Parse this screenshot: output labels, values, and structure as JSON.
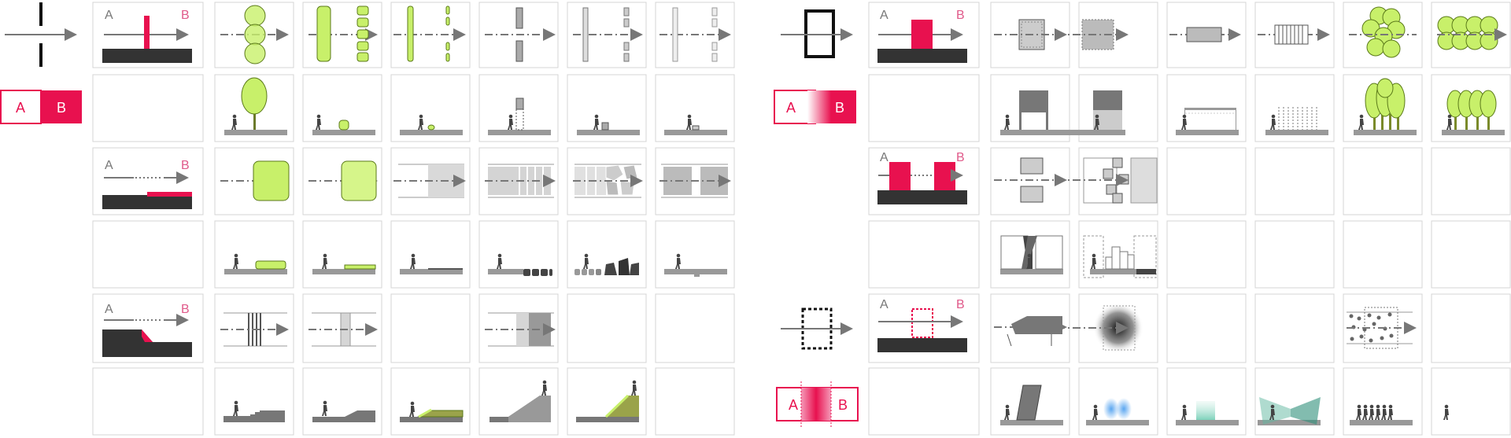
{
  "labels": {
    "a": "A",
    "b": "B"
  },
  "colors": {
    "magenta": "#e8114f",
    "magenta_light": "#e05a8a",
    "dark": "#333333",
    "ground": "#999999",
    "lime": "#c8f06a",
    "lime_stroke": "#5b7a1a",
    "grey_block": "#bdbdbd",
    "cell_border": "#d4d4d4",
    "arrow": "#777777"
  },
  "legends": [
    {
      "key": "boundary-legend",
      "a": "A",
      "b": "B"
    },
    {
      "key": "gradient-legend",
      "a": "A",
      "b": "B"
    },
    {
      "key": "zone-legend",
      "a": "A",
      "b": "B"
    }
  ],
  "icons": {
    "left_top": "solid-wall-symbol-icon",
    "right_top": "solid-frame-symbol-icon",
    "right_middle": "dashed-frame-symbol-icon"
  }
}
